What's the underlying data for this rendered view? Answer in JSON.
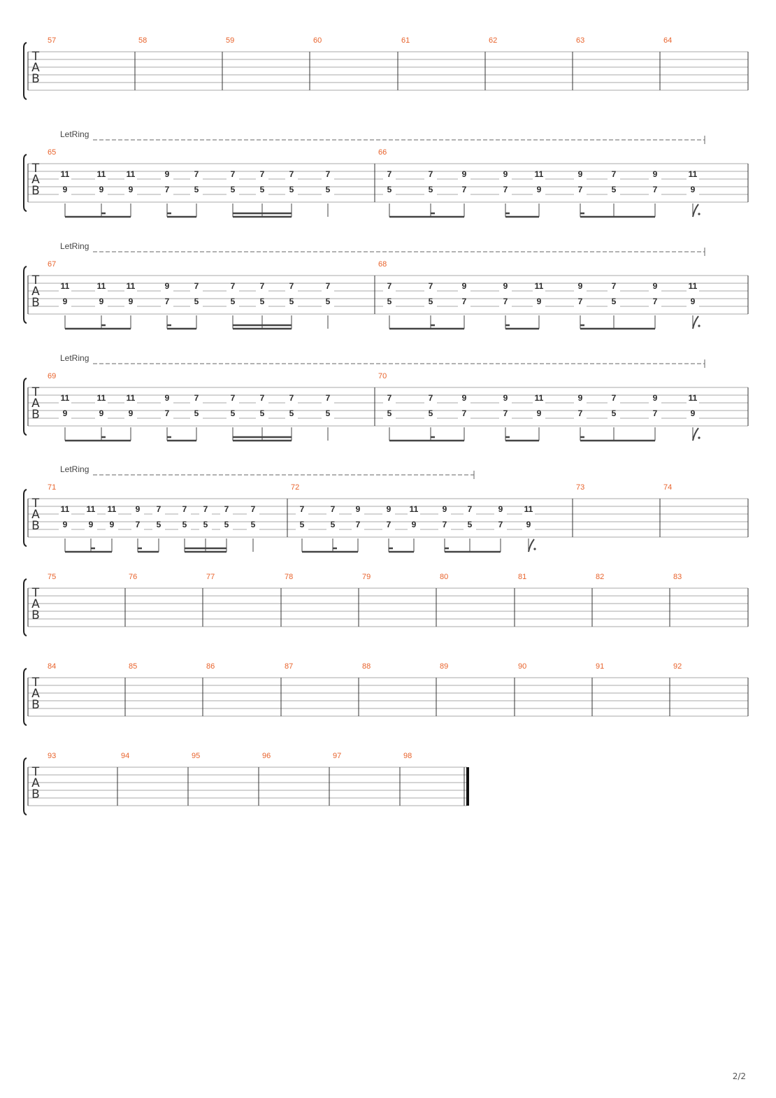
{
  "page_number": "2/2",
  "tab_clef": [
    "T",
    "A",
    "B"
  ],
  "let_ring_label": "LetRing",
  "riff_a": {
    "s2": [
      "11",
      "11",
      "11",
      "9",
      "7",
      "7",
      "7",
      "7",
      "7"
    ],
    "s3": [
      "9",
      "9",
      "9",
      "7",
      "5",
      "5",
      "5",
      "5",
      "5"
    ]
  },
  "riff_b": {
    "s2": [
      "7",
      "7",
      "9",
      "9",
      "11",
      "9",
      "7",
      "9",
      "11"
    ],
    "s3": [
      "5",
      "5",
      "7",
      "7",
      "9",
      "7",
      "5",
      "7",
      "9"
    ]
  },
  "systems": [
    {
      "measures": [
        "57",
        "58",
        "59",
        "60",
        "61",
        "62",
        "63",
        "64"
      ],
      "let_ring": false
    },
    {
      "measures": [
        "65",
        "66"
      ],
      "let_ring": true
    },
    {
      "measures": [
        "67",
        "68"
      ],
      "let_ring": true
    },
    {
      "measures": [
        "69",
        "70"
      ],
      "let_ring": true
    },
    {
      "measures": [
        "71",
        "72",
        "73",
        "74"
      ],
      "let_ring": true
    },
    {
      "measures": [
        "75",
        "76",
        "77",
        "78",
        "79",
        "80",
        "81",
        "82",
        "83"
      ],
      "let_ring": false
    },
    {
      "measures": [
        "84",
        "85",
        "86",
        "87",
        "88",
        "89",
        "90",
        "91",
        "92"
      ],
      "let_ring": false
    },
    {
      "measures": [
        "93",
        "94",
        "95",
        "96",
        "97",
        "98"
      ],
      "let_ring": false
    }
  ],
  "colors": {
    "measure_number": "#e8632c",
    "staff_line": "#a8a8a8",
    "note": "#2a2a2a",
    "barline": "#333333"
  }
}
